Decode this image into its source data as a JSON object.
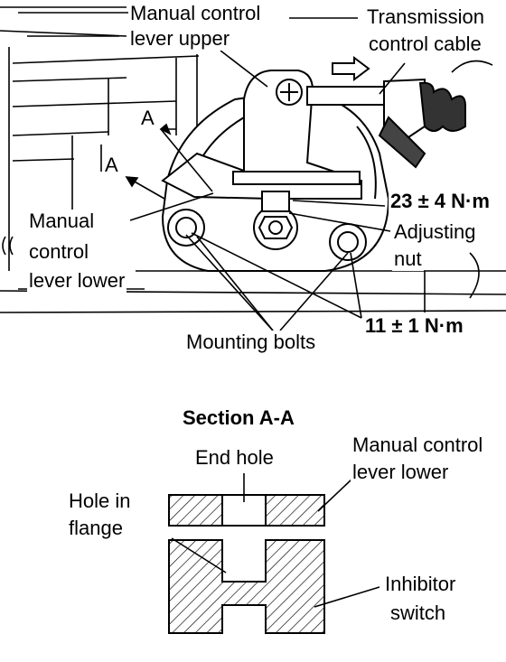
{
  "labels": {
    "manual_control_lever_upper_line1": "Manual control",
    "manual_control_lever_upper_line2": "lever upper",
    "transmission_control_cable_line1": "Transmission",
    "transmission_control_cable_line2": "control cable",
    "section_arrow_a_upper": "A",
    "section_arrow_a_lower": "A",
    "torque_adjusting_nut": "23 ± 4 N·m",
    "adjusting_nut_line1": "Adjusting",
    "adjusting_nut_line2": "nut",
    "manual_control_lever_lower_line1": "Manual",
    "manual_control_lever_lower_line2": "control",
    "manual_control_lever_lower_line3": "lever lower",
    "torque_mounting_bolts": "11 ± 1 N·m",
    "mounting_bolts": "Mounting bolts"
  },
  "section": {
    "title": "Section A-A",
    "end_hole": "End hole",
    "manual_control_lever_lower_line1": "Manual control",
    "manual_control_lever_lower_line2": "lever lower",
    "hole_in_flange_line1": "Hole in",
    "hole_in_flange_line2": "flange",
    "inhibitor_switch_line1": "Inhibitor",
    "inhibitor_switch_line2": "switch"
  }
}
